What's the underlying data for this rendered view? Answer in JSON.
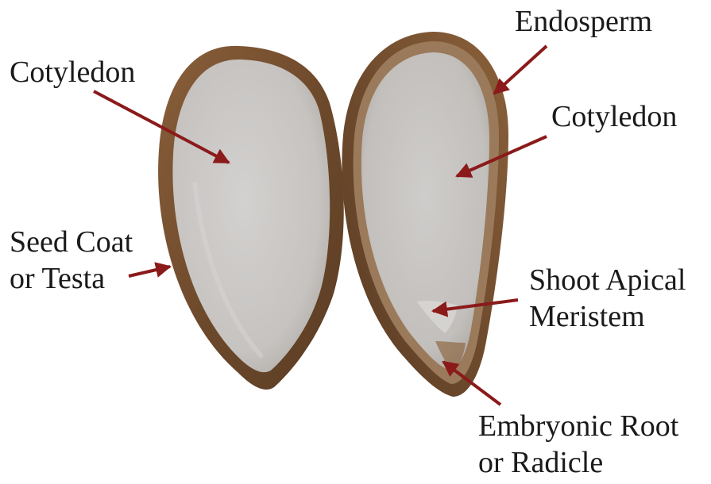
{
  "labels": {
    "cotyledon_left": "Cotyledon",
    "endosperm": "Endosperm",
    "cotyledon_right": "Cotyledon",
    "seed_coat_line1": "Seed Coat",
    "seed_coat_line2": "or Testa",
    "shoot_line1": "Shoot Apical",
    "shoot_line2": "Meristem",
    "root_line1": "Embryonic Root",
    "root_line2": "or Radicle"
  },
  "colors": {
    "arrow": "#8b1a1a",
    "seed_coat": "#7a5230",
    "cotyledon": "#c9c7c5",
    "label_text": "#1a1a1a"
  }
}
